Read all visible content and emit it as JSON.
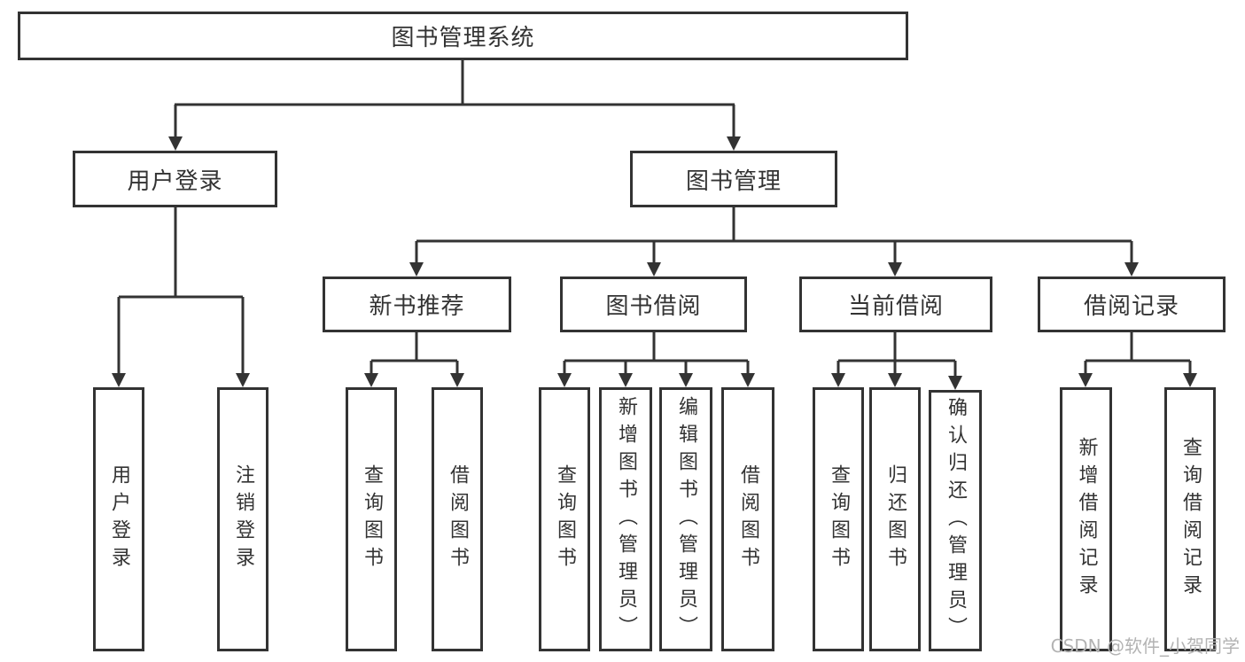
{
  "tree": {
    "label": "图书管理系统",
    "children": [
      {
        "label": "用户登录",
        "children": [
          {
            "label": "用户登录"
          },
          {
            "label": "注销登录"
          }
        ]
      },
      {
        "label": "图书管理",
        "children": [
          {
            "label": "新书推荐",
            "children": [
              {
                "label": "查询图书"
              },
              {
                "label": "借阅图书"
              }
            ]
          },
          {
            "label": "图书借阅",
            "children": [
              {
                "label": "查询图书"
              },
              {
                "label": "新增图书（管理员）"
              },
              {
                "label": "编辑图书（管理员）"
              },
              {
                "label": "借阅图书"
              }
            ]
          },
          {
            "label": "当前借阅",
            "children": [
              {
                "label": "查询图书"
              },
              {
                "label": "归还图书"
              },
              {
                "label": "确认归还（管理员）"
              }
            ]
          },
          {
            "label": "借阅记录",
            "children": [
              {
                "label": "新增借阅记录"
              },
              {
                "label": "查询借阅记录"
              }
            ]
          }
        ]
      }
    ]
  },
  "watermark": {
    "text": "CSDN @软件_小贺同学"
  },
  "colors": {
    "line": "#333333",
    "text": "#333333",
    "watermark": "#b3b3b3",
    "background": "#ffffff"
  }
}
